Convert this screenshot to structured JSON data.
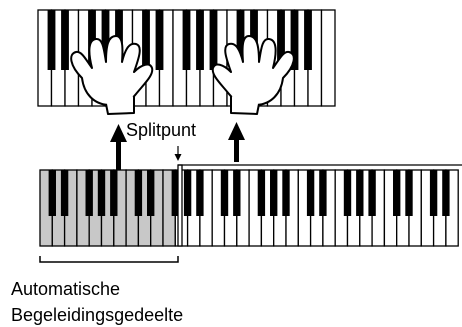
{
  "labels": {
    "split_point": "Splitpunt",
    "accompaniment_line1": "Automatische",
    "accompaniment_line2": "Begeleidingsgedeelte"
  },
  "colors": {
    "background": "#ffffff",
    "white_key": "#ffffff",
    "black_key": "#000000",
    "accompaniment_shade": "#c8c8c8",
    "outline": "#000000"
  },
  "icons": {
    "left_hand": "left-hand-icon",
    "right_hand": "right-hand-icon",
    "up_arrow": "up-arrow-icon",
    "down_arrow": "down-arrow-icon"
  }
}
